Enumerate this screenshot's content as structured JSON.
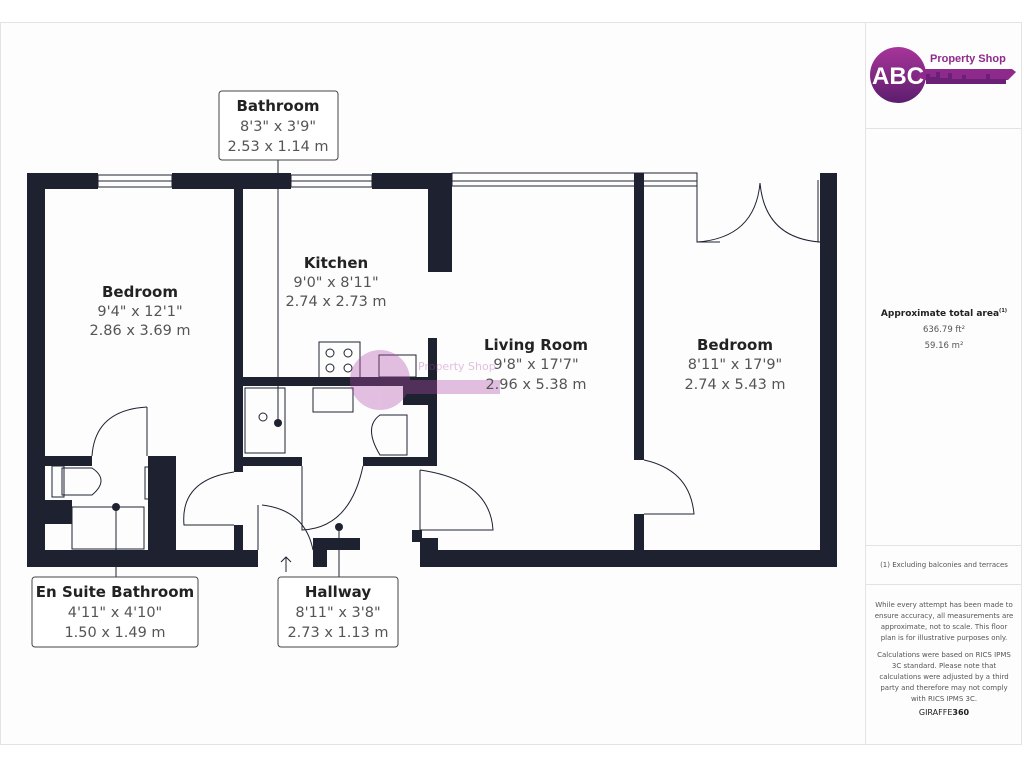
{
  "logo": {
    "initials": "ABC",
    "name": "Property Shop"
  },
  "rooms": [
    {
      "name": "Bathroom",
      "imperial": "8'3\" x 3'9\"",
      "metric": "2.53 x 1.14 m"
    },
    {
      "name": "Kitchen",
      "imperial": "9'0\" x 8'11\"",
      "metric": "2.74 x 2.73 m"
    },
    {
      "name": "Bedroom",
      "imperial": "9'4\" x 12'1\"",
      "metric": "2.86 x 3.69 m"
    },
    {
      "name": "Living Room",
      "imperial": "9'8\" x 17'7\"",
      "metric": "2.96 x 5.38 m"
    },
    {
      "name": "Bedroom",
      "imperial": "8'11\" x 17'9\"",
      "metric": "2.74 x 5.43 m"
    },
    {
      "name": "En Suite Bathroom",
      "imperial": "4'11\" x 4'10\"",
      "metric": "1.50 x 1.49 m"
    },
    {
      "name": "Hallway",
      "imperial": "8'11\" x 3'8\"",
      "metric": "2.73 x 1.13 m"
    }
  ],
  "panel": {
    "area_title": "Approximate total area",
    "area_footnote": "(1)",
    "area_ft": "636.79 ft²",
    "area_m": "59.16 m²",
    "footnote": "(1) Excluding balconies and terraces",
    "disclaimer": "While every attempt has been made to ensure accuracy, all measurements are approximate, not to scale. This floor plan is for illustrative purposes only.",
    "calc_note": "Calculations were based on RICS IPMS 3C standard. Please note that calculations were adjusted by a third party and therefore may not comply with RICS IPMS 3C.",
    "brand_a": "GIRAFFE",
    "brand_b": "360"
  },
  "colors": {
    "wall": "#1e2230",
    "brand": "#8e2a8c",
    "brand_dark": "#5c1d6e"
  }
}
